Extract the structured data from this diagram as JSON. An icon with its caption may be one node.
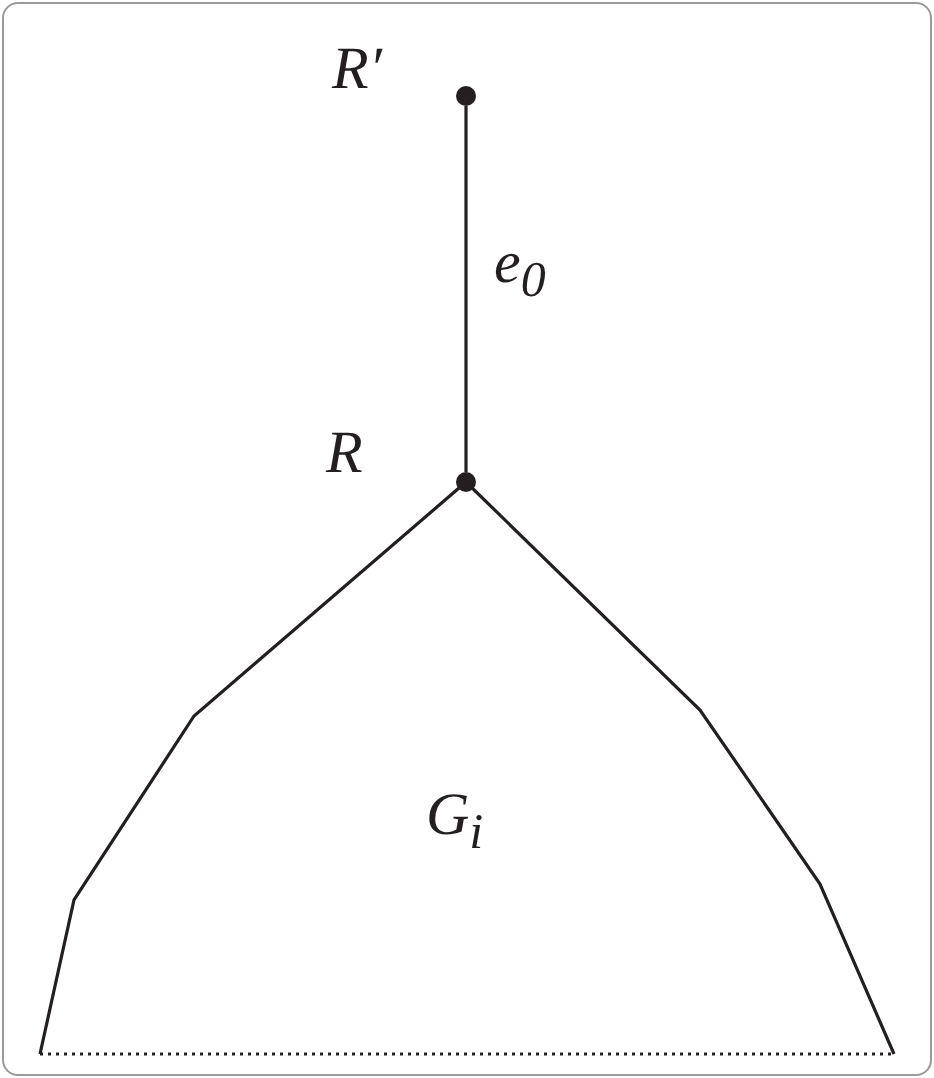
{
  "diagram": {
    "nodes": [
      {
        "text": [],
        "shape": "circle",
        "beside": [
          "R′"
        ]
      },
      {
        "text": [],
        "shape": "circle"
      },
      {
        "text": [
          "G$_{i}$"
        ]
      }
    ],
    "edges": [
      {
        "from": 0,
        "to": 1,
        "arrow": "none",
        "label": "e$_{0}$"
      }
    ],
    "labels": [
      "R"
    ]
  }
}
